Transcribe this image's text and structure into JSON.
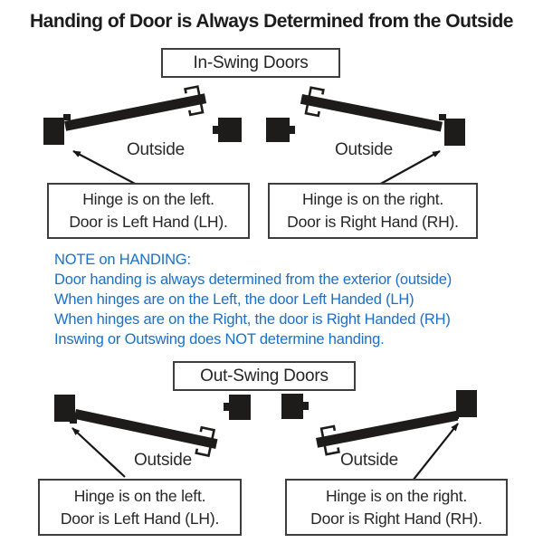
{
  "title": "Handing of Door is Always Determined from the Outside",
  "inswing": {
    "header": "In-Swing Doors",
    "left": {
      "outside": "Outside",
      "caption": [
        "Hinge is on the left.",
        "Door is Left Hand (LH)."
      ]
    },
    "right": {
      "outside": "Outside",
      "caption": [
        "Hinge is on the right.",
        "Door is Right Hand (RH)."
      ]
    }
  },
  "note": {
    "heading": "NOTE on HANDING:",
    "lines": [
      "NOTE on HANDING:",
      "Door handing is always determined from the exterior (outside)",
      "When hinges are on the Left, the door Left Handed (LH)",
      "When hinges are on the Right, the door is Right Handed (RH)",
      "Inswing or Outswing does NOT determine handing."
    ]
  },
  "outswing": {
    "header": "Out-Swing Doors",
    "left": {
      "outside": "Outside",
      "caption": [
        "Hinge is on the left.",
        "Door is Left Hand (LH)."
      ]
    },
    "right": {
      "outside": "Outside",
      "caption": [
        "Hinge is on the right.",
        "Door is Right Hand (RH)."
      ]
    }
  },
  "colors": {
    "ink": "#1d1c1a",
    "box_border": "#3d3d3d",
    "note_blue": "#1a6fc9"
  }
}
